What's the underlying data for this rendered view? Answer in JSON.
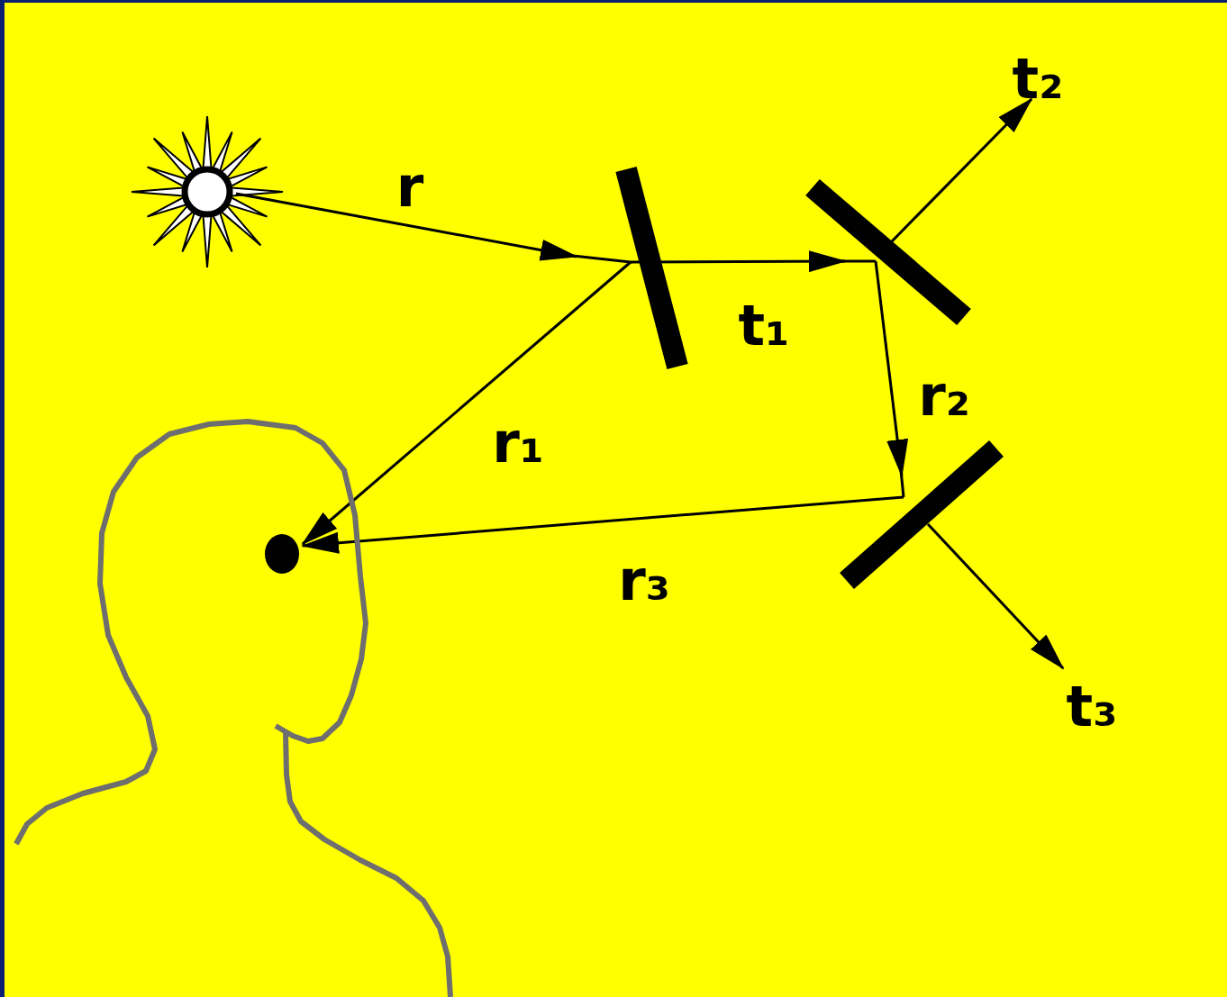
{
  "diagram": {
    "labels": [
      "r",
      "t₁",
      "r₁",
      "r₂",
      "r₃",
      "t₂",
      "t₃"
    ]
  }
}
